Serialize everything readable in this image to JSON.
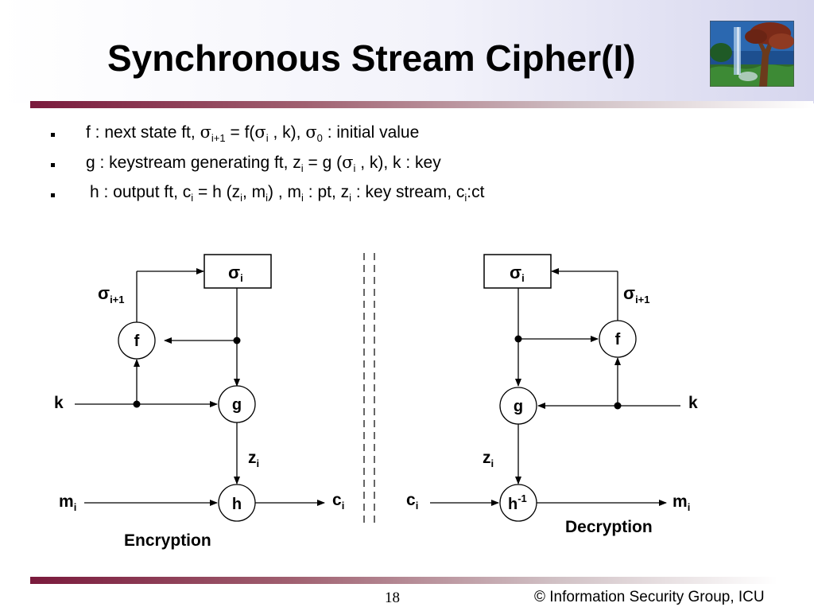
{
  "slide": {
    "title": "Synchronous Stream Cipher(I)",
    "page_number": "18",
    "copyright": "© Information Security Group, ICU"
  },
  "bullets": [
    {
      "parts": [
        {
          "t": "f : next state ft,  "
        },
        {
          "t": "σ",
          "sym": true
        },
        {
          "t": "i+1",
          "sub": true
        },
        {
          "t": " = f("
        },
        {
          "t": "σ",
          "sym": true
        },
        {
          "t": "i",
          "sub": true
        },
        {
          "t": " , k),  "
        },
        {
          "t": "σ",
          "sym": true
        },
        {
          "t": "0",
          "sub": true
        },
        {
          "t": "  :  initial value"
        }
      ]
    },
    {
      "parts": [
        {
          "t": "g : keystream generating ft,  z"
        },
        {
          "t": "i",
          "sub": true
        },
        {
          "t": " = g ("
        },
        {
          "t": "σ",
          "sym": true
        },
        {
          "t": "i",
          "sub": true
        },
        {
          "t": " , k), k : key"
        }
      ]
    },
    {
      "parts": [
        {
          "t": "h : output ft,  c"
        },
        {
          "t": "i",
          "sub": true
        },
        {
          "t": " = h (z"
        },
        {
          "t": "i",
          "sub": true
        },
        {
          "t": ", m"
        },
        {
          "t": "i",
          "sub": true
        },
        {
          "t": ") , m"
        },
        {
          "t": "i",
          "sub": true
        },
        {
          "t": " : pt, z"
        },
        {
          "t": "i",
          "sub": true
        },
        {
          "t": " : key stream, c"
        },
        {
          "t": "i",
          "sub": true
        },
        {
          "t": ":ct"
        }
      ]
    }
  ],
  "diagram": {
    "encryption": {
      "caption": "Encryption",
      "state_box": {
        "sym": "σ",
        "sub": "i"
      },
      "next_state_label": {
        "sym": "σ",
        "sub": "i+1"
      },
      "node_f": "f",
      "node_g": "g",
      "node_h": "h",
      "input_key": "k",
      "keystream_label": {
        "base": "z",
        "sub": "i"
      },
      "input_plain": {
        "base": "m",
        "sub": "i"
      },
      "output_cipher": {
        "base": "c",
        "sub": "i"
      }
    },
    "decryption": {
      "caption": "Decryption",
      "state_box": {
        "sym": "σ",
        "sub": "i"
      },
      "next_state_label": {
        "sym": "σ",
        "sub": "i+1"
      },
      "node_f": "f",
      "node_g": "g",
      "node_h": {
        "base": "h",
        "sup": "-1"
      },
      "input_key": "k",
      "keystream_label": {
        "base": "z",
        "sub": "i"
      },
      "input_cipher": {
        "base": "c",
        "sub": "i"
      },
      "output_plain": {
        "base": "m",
        "sub": "i"
      }
    }
  },
  "colors": {
    "rule_dark": "#7a1a3c",
    "rule_light": "#d0c0c4",
    "stroke": "#000000"
  }
}
